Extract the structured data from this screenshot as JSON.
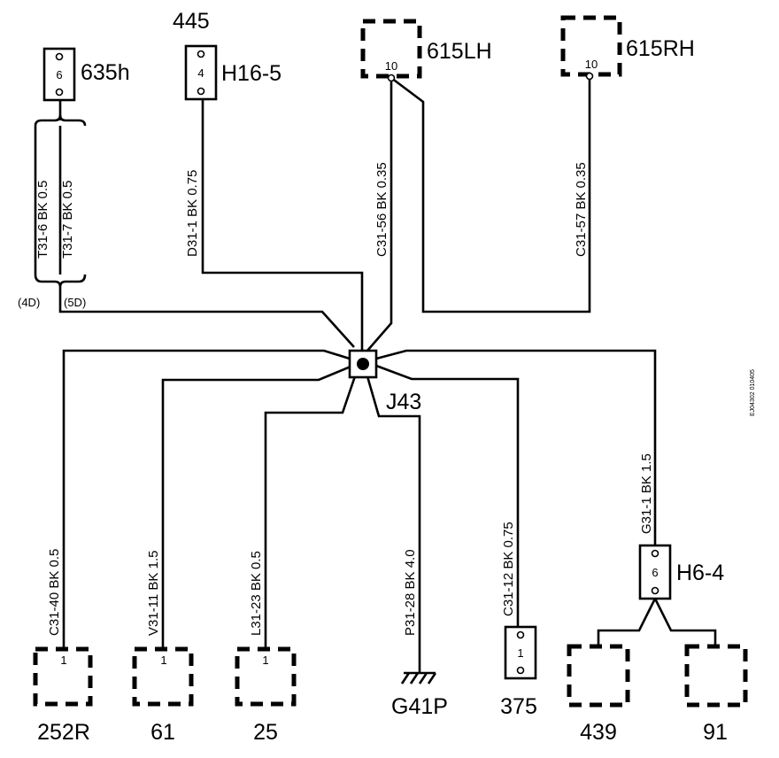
{
  "diagram_id": "EJ04302 010405",
  "splice": {
    "label": "J43"
  },
  "top_connectors": [
    {
      "name": "635h",
      "pin": "6"
    },
    {
      "number": "445",
      "name": "H16-5",
      "pin": "4"
    },
    {
      "name": "615LH",
      "pin": "10"
    },
    {
      "name": "615RH",
      "pin": "10"
    }
  ],
  "bottom_connectors": [
    {
      "name": "252R",
      "pin": "1"
    },
    {
      "name": "61",
      "pin": "1"
    },
    {
      "name": "25",
      "pin": "1"
    },
    {
      "name": "G41P",
      "type": "ground"
    },
    {
      "name": "375",
      "pin": "1"
    },
    {
      "name": "439"
    },
    {
      "name": "91"
    }
  ],
  "inline_connector": {
    "name": "H6-4",
    "pin": "6"
  },
  "variants": [
    "(4D)",
    "(5D)"
  ],
  "wires": [
    {
      "circuit": "T31-6",
      "color": "BK",
      "size": "0.5"
    },
    {
      "circuit": "T31-7",
      "color": "BK",
      "size": "0.5"
    },
    {
      "circuit": "D31-1",
      "color": "BK",
      "size": "0.75"
    },
    {
      "circuit": "C31-56",
      "color": "BK",
      "size": "0.35"
    },
    {
      "circuit": "C31-57",
      "color": "BK",
      "size": "0.35"
    },
    {
      "circuit": "C31-40",
      "color": "BK",
      "size": "0.5"
    },
    {
      "circuit": "V31-11",
      "color": "BK",
      "size": "1.5"
    },
    {
      "circuit": "L31-23",
      "color": "BK",
      "size": "0.5"
    },
    {
      "circuit": "P31-28",
      "color": "BK",
      "size": "4.0"
    },
    {
      "circuit": "C31-12",
      "color": "BK",
      "size": "0.75"
    },
    {
      "circuit": "G31-1",
      "color": "BK",
      "size": "1.5"
    }
  ],
  "wire_label_sep": "   "
}
